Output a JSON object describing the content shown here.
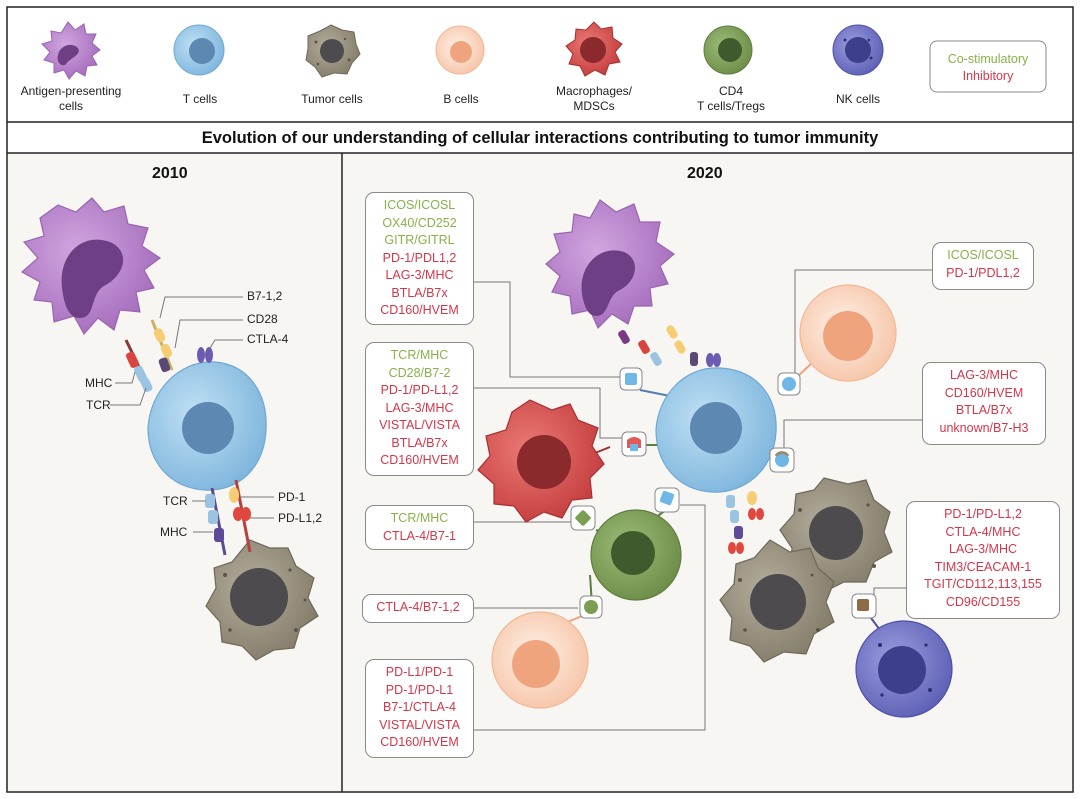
{
  "legend": {
    "items": [
      {
        "key": "apc",
        "label_line1": "Antigen-presenting",
        "label_line2": "cells"
      },
      {
        "key": "t",
        "label_line1": "T cells",
        "label_line2": ""
      },
      {
        "key": "tumor",
        "label_line1": "Tumor cells",
        "label_line2": ""
      },
      {
        "key": "b",
        "label_line1": "B cells",
        "label_line2": ""
      },
      {
        "key": "mac",
        "label_line1": "Macrophages/",
        "label_line2": "MDSCs"
      },
      {
        "key": "cd4",
        "label_line1": "CD4",
        "label_line2": "T cells/Tregs"
      },
      {
        "key": "nk",
        "label_line1": "NK cells",
        "label_line2": ""
      }
    ],
    "key_costim": "Co-stimulatory",
    "key_inhib": "Inhibitory"
  },
  "title": "Evolution of our understanding of cellular interactions contributing to tumor immunity",
  "panel2010": {
    "year": "2010",
    "labels": {
      "b7": "B7-1,2",
      "cd28": "CD28",
      "ctla4": "CTLA-4",
      "mhc1": "MHC",
      "tcr1": "TCR",
      "tcr2": "TCR",
      "pd1": "PD-1",
      "pdl": "PD-L1,2",
      "mhc2": "MHC"
    }
  },
  "panel2020": {
    "year": "2020",
    "box1": {
      "green": [
        "ICOS/ICOSL",
        "OX40/CD252",
        "GITR/GITRL"
      ],
      "red": [
        "PD-1/PDL1,2",
        "LAG-3/MHC",
        "BTLA/B7x",
        "CD160/HVEM"
      ]
    },
    "box2": {
      "green": [
        "TCR/MHC",
        "CD28/B7-2"
      ],
      "red": [
        "PD-1/PD-L1,2",
        "LAG-3/MHC",
        "VISTAL/VISTA",
        "BTLA/B7x",
        "CD160/HVEM"
      ]
    },
    "box3": {
      "green": [
        "TCR/MHC"
      ],
      "red": [
        "CTLA-4/B7-1"
      ]
    },
    "box4": {
      "green": [],
      "red": [
        "CTLA-4/B7-1,2"
      ]
    },
    "box5": {
      "green": [],
      "red": [
        "PD-L1/PD-1",
        "PD-1/PD-L1",
        "B7-1/CTLA-4",
        "VISTAL/VISTA",
        "CD160/HVEM"
      ]
    },
    "box6": {
      "green": [
        "ICOS/ICOSL"
      ],
      "red": [
        "PD-1/PDL1,2"
      ]
    },
    "box7": {
      "green": [],
      "red": [
        "LAG-3/MHC",
        "CD160/HVEM",
        "BTLA/B7x",
        "unknown/B7-H3"
      ]
    },
    "box8": {
      "green": [],
      "red": [
        "PD-1/PD-L1,2",
        "CTLA-4/MHC",
        "LAG-3/MHC",
        "TIM3/CEACAM-1",
        "TGIT/CD112,113,155",
        "CD96/CD155"
      ]
    }
  },
  "colors": {
    "costim": "#8ab04a",
    "inhib": "#d5364a",
    "apc": "#b07cc6",
    "tcell": "#8ec3e6",
    "tumor": "#8d8675",
    "bcell": "#f7c8ad",
    "macrophage": "#cc4a4a",
    "cd4": "#7a9a55",
    "nk": "#6a6cc0",
    "panel_bg": "#f7f6f2"
  }
}
